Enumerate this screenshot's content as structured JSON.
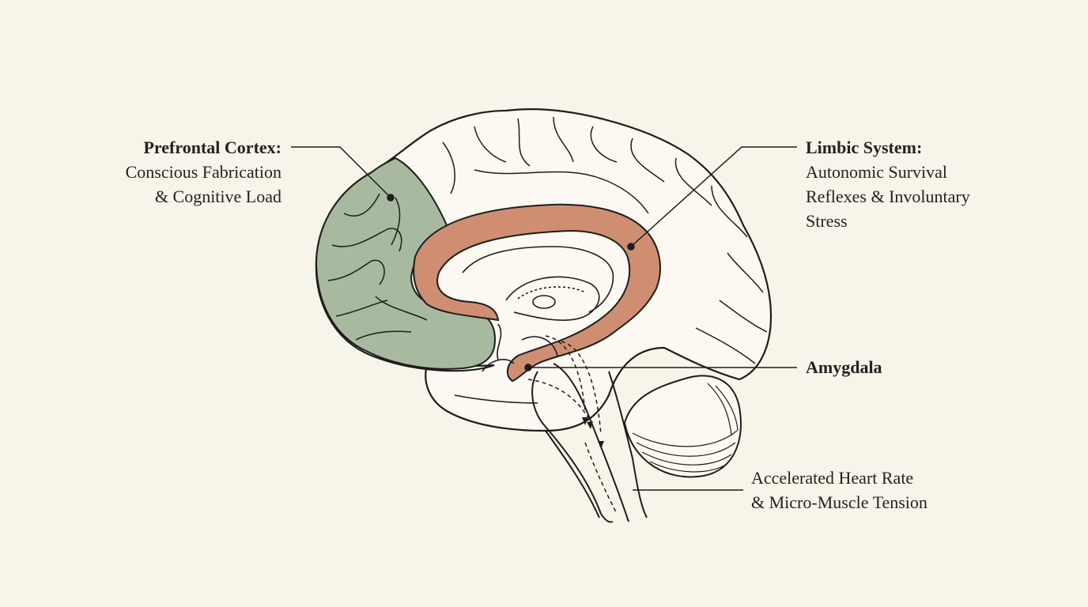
{
  "colors": {
    "background": "#f7f4e9",
    "prefrontal_fill": "#a7b99f",
    "limbic_fill": "#cf8e72",
    "outline": "#1d1d1d"
  },
  "labels": {
    "prefrontal": {
      "title": "Prefrontal Cortex:",
      "lines": [
        "Conscious Fabrication",
        "& Cognitive Load"
      ]
    },
    "limbic": {
      "title": "Limbic System:",
      "lines": [
        "Autonomic Survival",
        "Reflexes & Involuntary",
        "Stress"
      ]
    },
    "amygdala": {
      "title": "Amygdala"
    },
    "body_response": {
      "lines": [
        "Accelerated Heart Rate",
        "& Micro-Muscle Tension"
      ]
    }
  }
}
